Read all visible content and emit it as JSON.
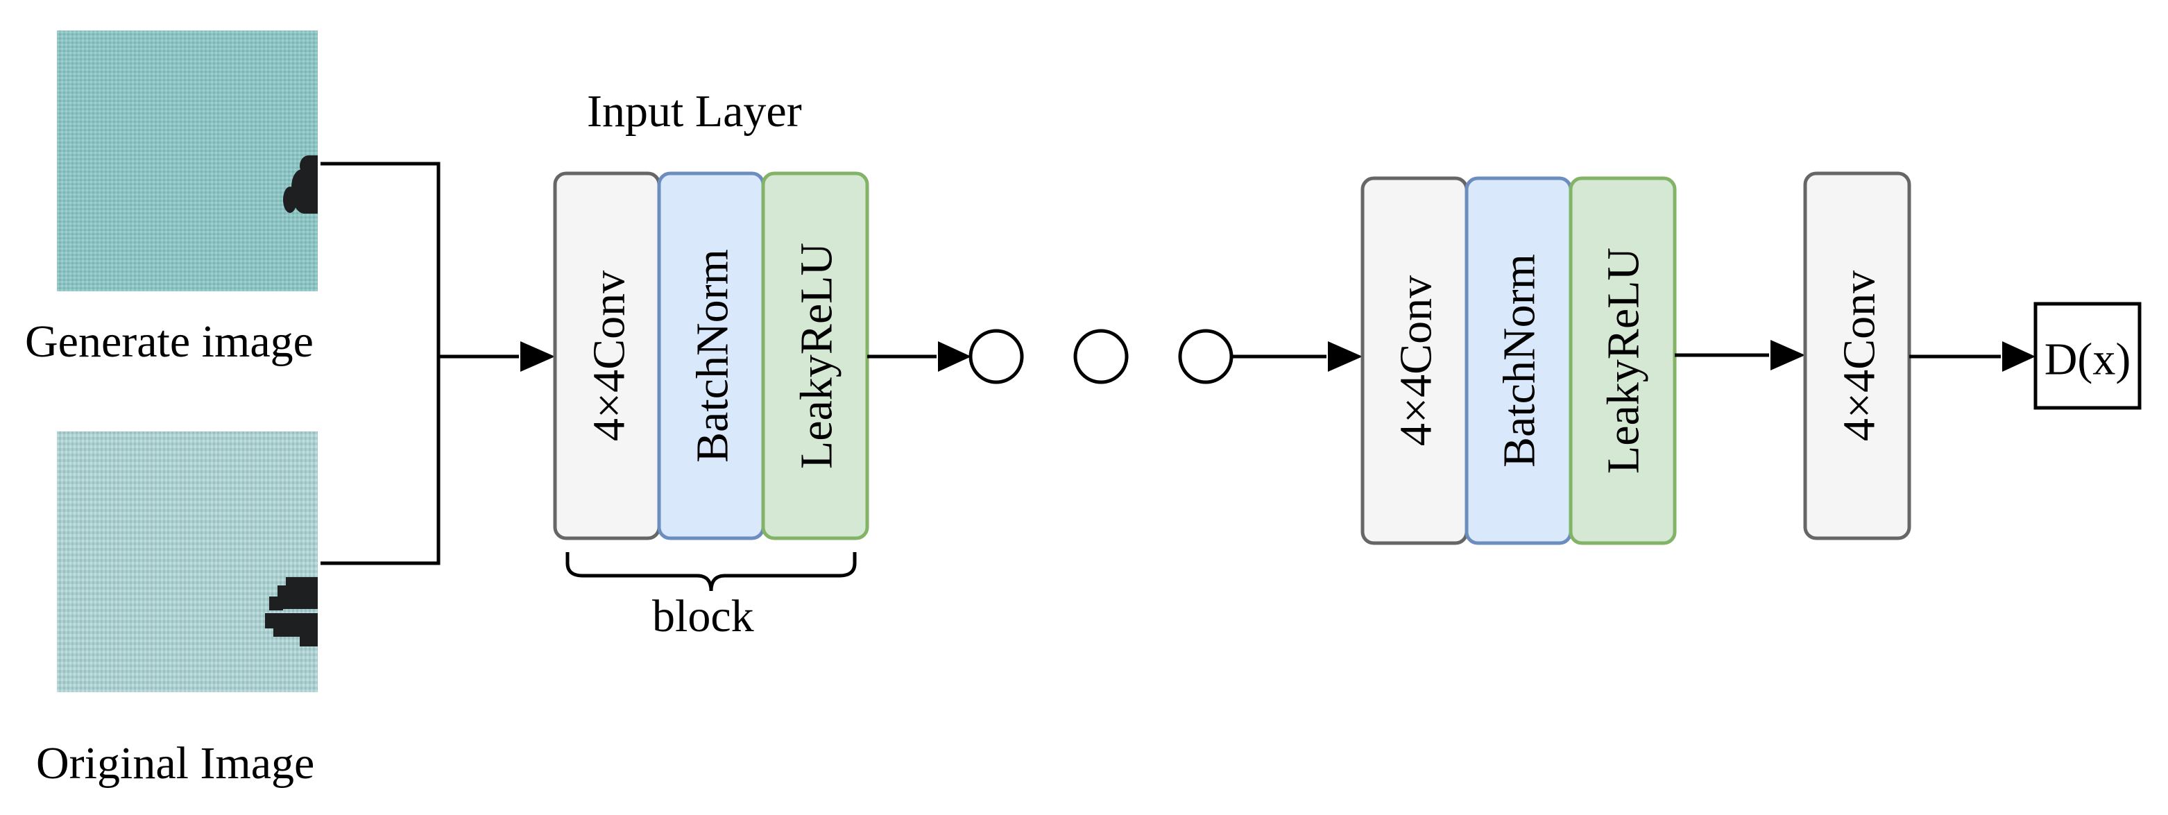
{
  "images": {
    "generated_caption": "Generate image",
    "original_caption": "Original Image"
  },
  "input_block": {
    "title": "Input Layer",
    "conv_label": "4×4Conv",
    "batchnorm_label": "BatchNorm",
    "activation_label": "LeakyReLU",
    "brace_label": "block"
  },
  "middle_block": {
    "conv_label": "4×4Conv",
    "batchnorm_label": "BatchNorm",
    "activation_label": "LeakyReLU"
  },
  "final_layer": {
    "conv_label": "4×4Conv"
  },
  "output": {
    "label": "D(x)"
  },
  "colors": {
    "conv_fill": "#f5f5f5",
    "conv_stroke": "#666666",
    "batchnorm_fill": "#dae8fc",
    "batchnorm_stroke": "#6c8ebf",
    "activation_fill": "#d5e8d4",
    "activation_stroke": "#82b366",
    "image_generated": "#8cc9c8",
    "image_original": "#a9d3d4"
  }
}
